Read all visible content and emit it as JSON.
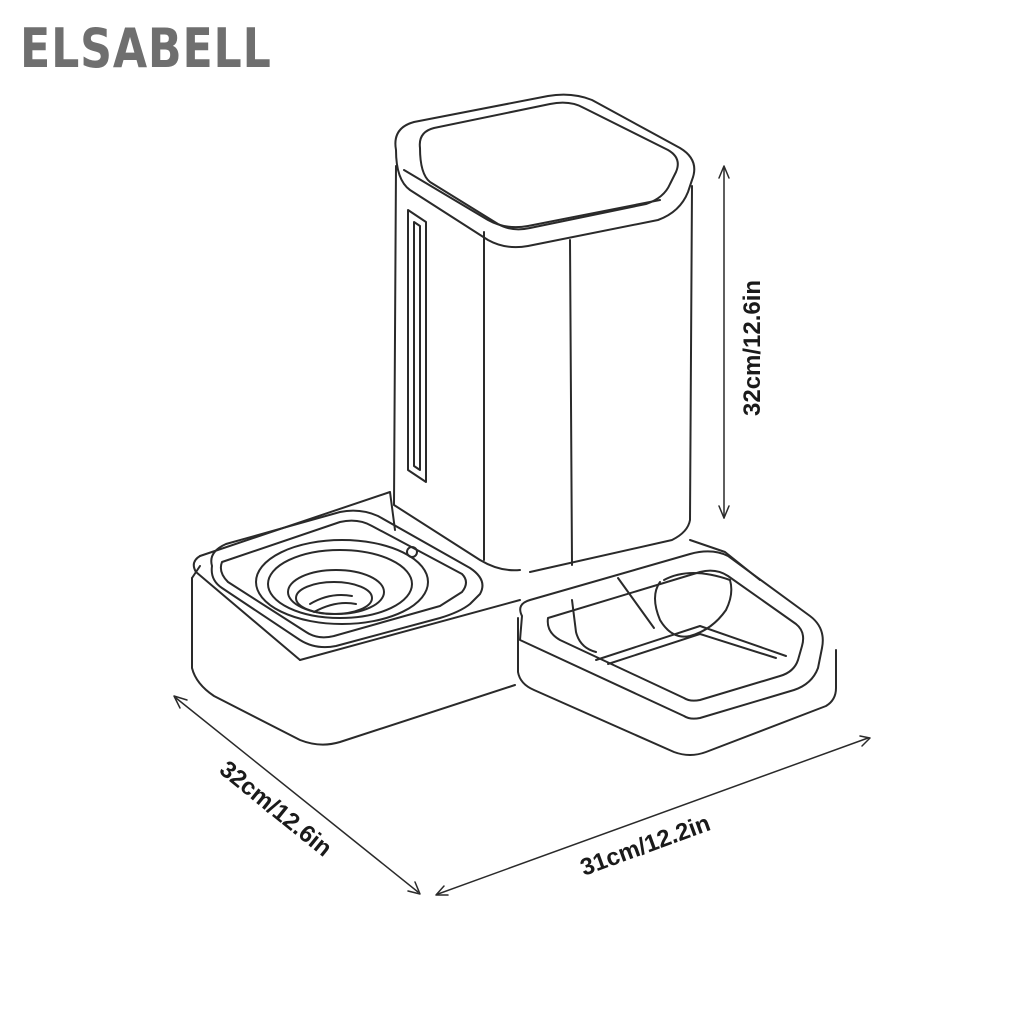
{
  "brand": {
    "name": "ELSABELL"
  },
  "dimensions": {
    "height_label": "32cm/12.6in",
    "depth_label": "32cm/12.6in",
    "width_label": "31cm/12.2in"
  },
  "colors": {
    "line": "#2a2a2a",
    "brand_text": "#6f6f6f",
    "background": "#ffffff"
  }
}
